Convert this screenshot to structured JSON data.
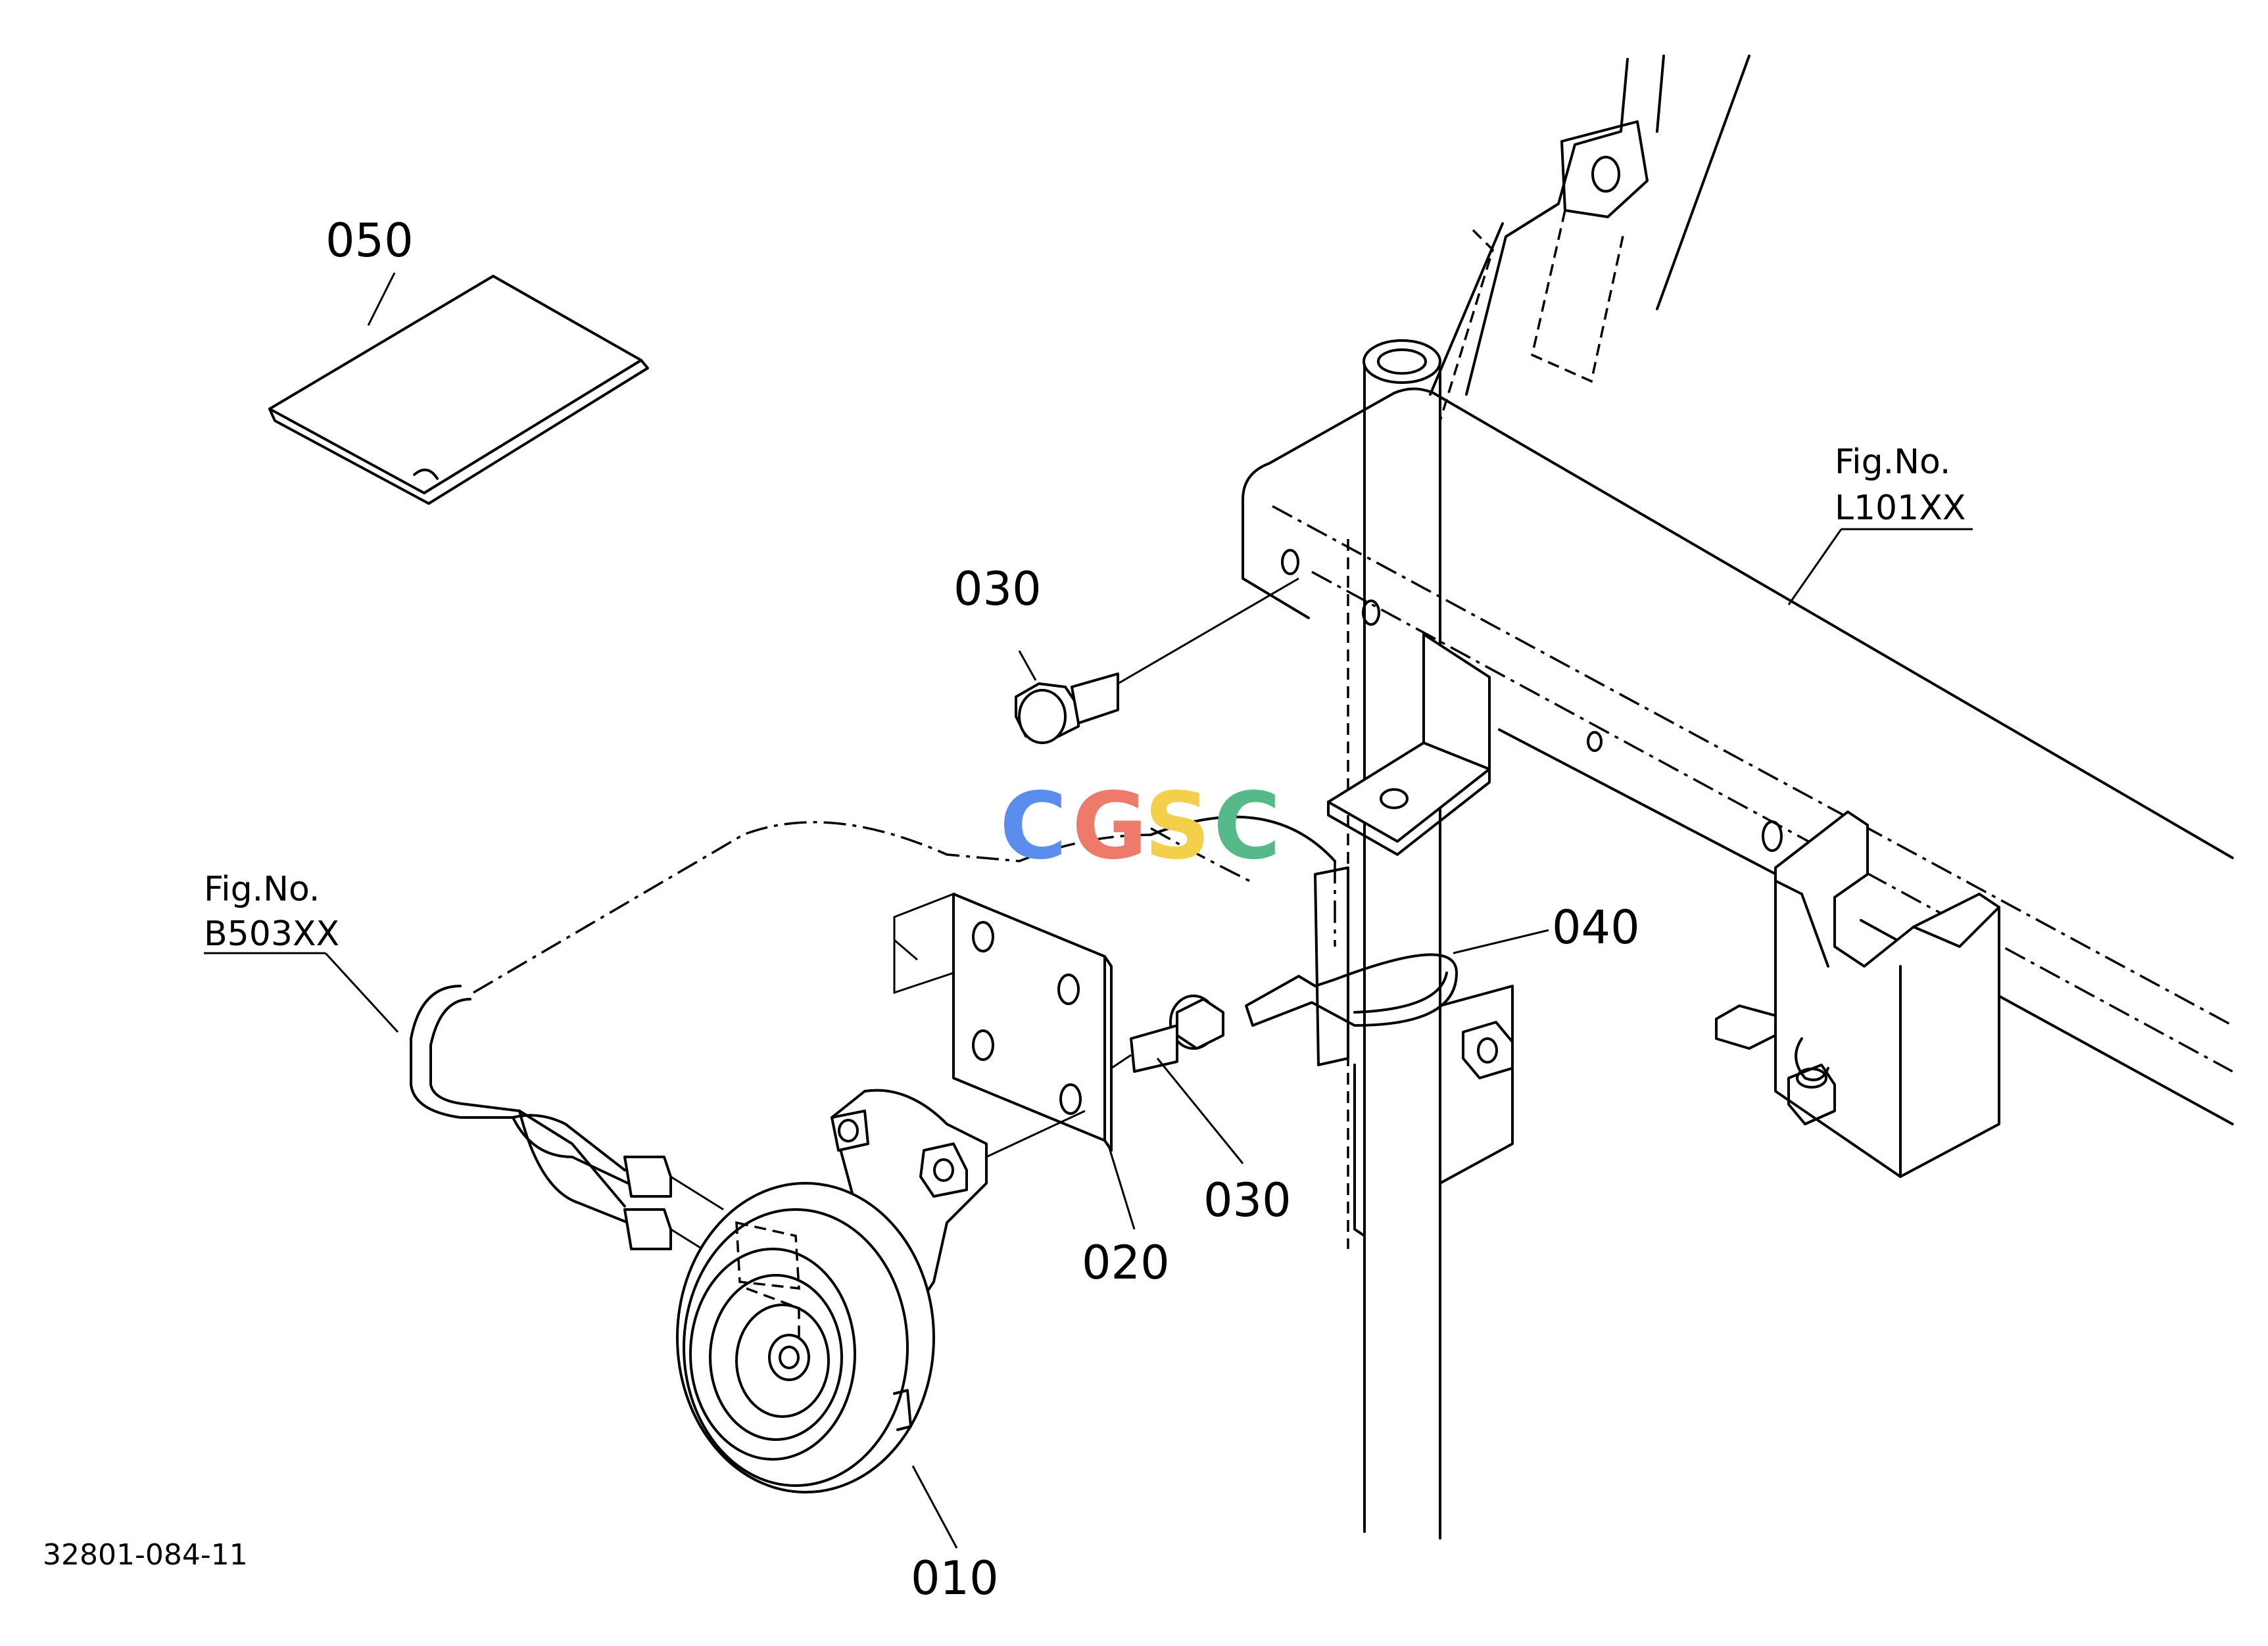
{
  "labels": {
    "p010": "010",
    "p020": "020",
    "p030_top": "030",
    "p030_bottom": "030",
    "p040": "040",
    "p050": "050"
  },
  "references": {
    "left_fig": "Fig.No.",
    "left_code": "B503XX",
    "right_fig": "Fig.No.",
    "right_code": "L101XX"
  },
  "drawing_number": "32801-084-11",
  "watermark": {
    "letters": [
      "C",
      "G",
      "S",
      "C"
    ],
    "colors": [
      "#5b8def",
      "#ee7a6b",
      "#f4cf4c",
      "#55b98a"
    ]
  }
}
